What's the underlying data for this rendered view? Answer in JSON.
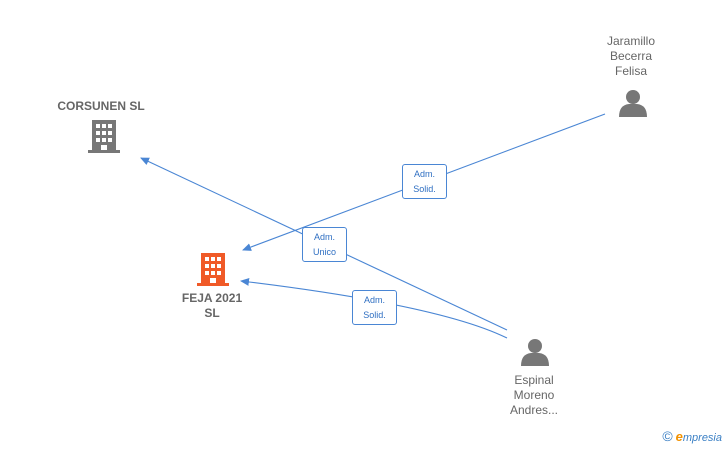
{
  "nodes": {
    "corsunen": {
      "label": "CORSUNEN  SL",
      "type": "company",
      "color": "#777777"
    },
    "feja": {
      "label": "FEJA 2021\nSL",
      "type": "company",
      "color": "#f05a28"
    },
    "jaramillo": {
      "label": "Jaramillo\nBecerra\nFelisa",
      "type": "person",
      "color": "#777777"
    },
    "espinal": {
      "label": "Espinal\nMoreno\nAndres...",
      "type": "person",
      "color": "#777777"
    }
  },
  "edges": [
    {
      "from": "jaramillo",
      "to": "feja",
      "role_line1": "Adm.",
      "role_line2": "Solid."
    },
    {
      "from": "espinal",
      "to": "corsunen",
      "role_line1": "Adm.",
      "role_line2": "Unico"
    },
    {
      "from": "espinal",
      "to": "feja",
      "role_line1": "Adm.",
      "role_line2": "Solid."
    }
  ],
  "colors": {
    "edge": "#4a86d4",
    "accent": "#f05a28"
  },
  "brand": {
    "copyright": "©",
    "name_first": "e",
    "name_rest": "mpresia"
  }
}
